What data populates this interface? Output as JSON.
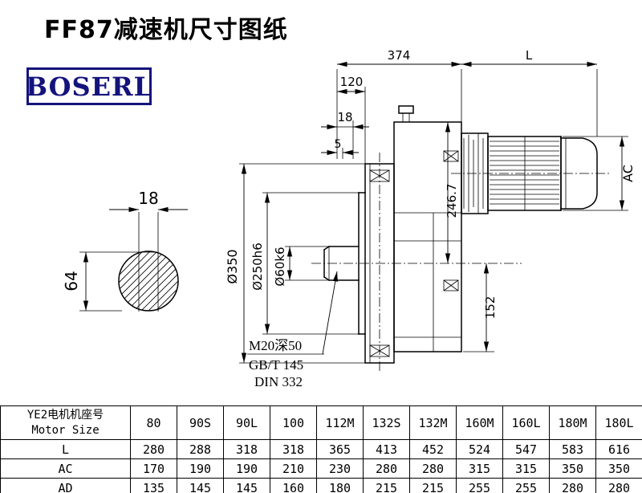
{
  "page": {
    "title": "FF87减速机尺寸图纸",
    "brand": "BOSERL"
  },
  "drawing": {
    "end_view": {
      "key_width": "18",
      "height": "64"
    },
    "dims": {
      "overall": "374",
      "motor_length": "L",
      "shaft_length": "120",
      "step": "18",
      "spigot_depth": "5",
      "motor_dia": "AC",
      "center_to_top": "246.7",
      "center_to_bottom": "152",
      "flange_dia": "Ø350",
      "spigot_dia": "Ø250h6",
      "shaft_dia": "Ø60k6"
    },
    "callout": {
      "thread": "M20深50",
      "std1": "GB/T 145",
      "std2": "DIN 332"
    }
  },
  "table": {
    "header": {
      "line1": "YE2电机机座号",
      "line2": "Motor Size"
    },
    "sizes": [
      "80",
      "90S",
      "90L",
      "100",
      "112M",
      "132S",
      "132M",
      "160M",
      "160L",
      "180M",
      "180L"
    ],
    "rows": [
      {
        "label": "L",
        "values": [
          "280",
          "288",
          "318",
          "318",
          "365",
          "413",
          "452",
          "524",
          "547",
          "583",
          "616"
        ]
      },
      {
        "label": "AC",
        "values": [
          "170",
          "190",
          "190",
          "210",
          "230",
          "280",
          "280",
          "315",
          "315",
          "350",
          "350"
        ]
      },
      {
        "label": "AD",
        "values": [
          "135",
          "145",
          "145",
          "160",
          "180",
          "215",
          "215",
          "255",
          "255",
          "280",
          "280"
        ]
      }
    ]
  }
}
